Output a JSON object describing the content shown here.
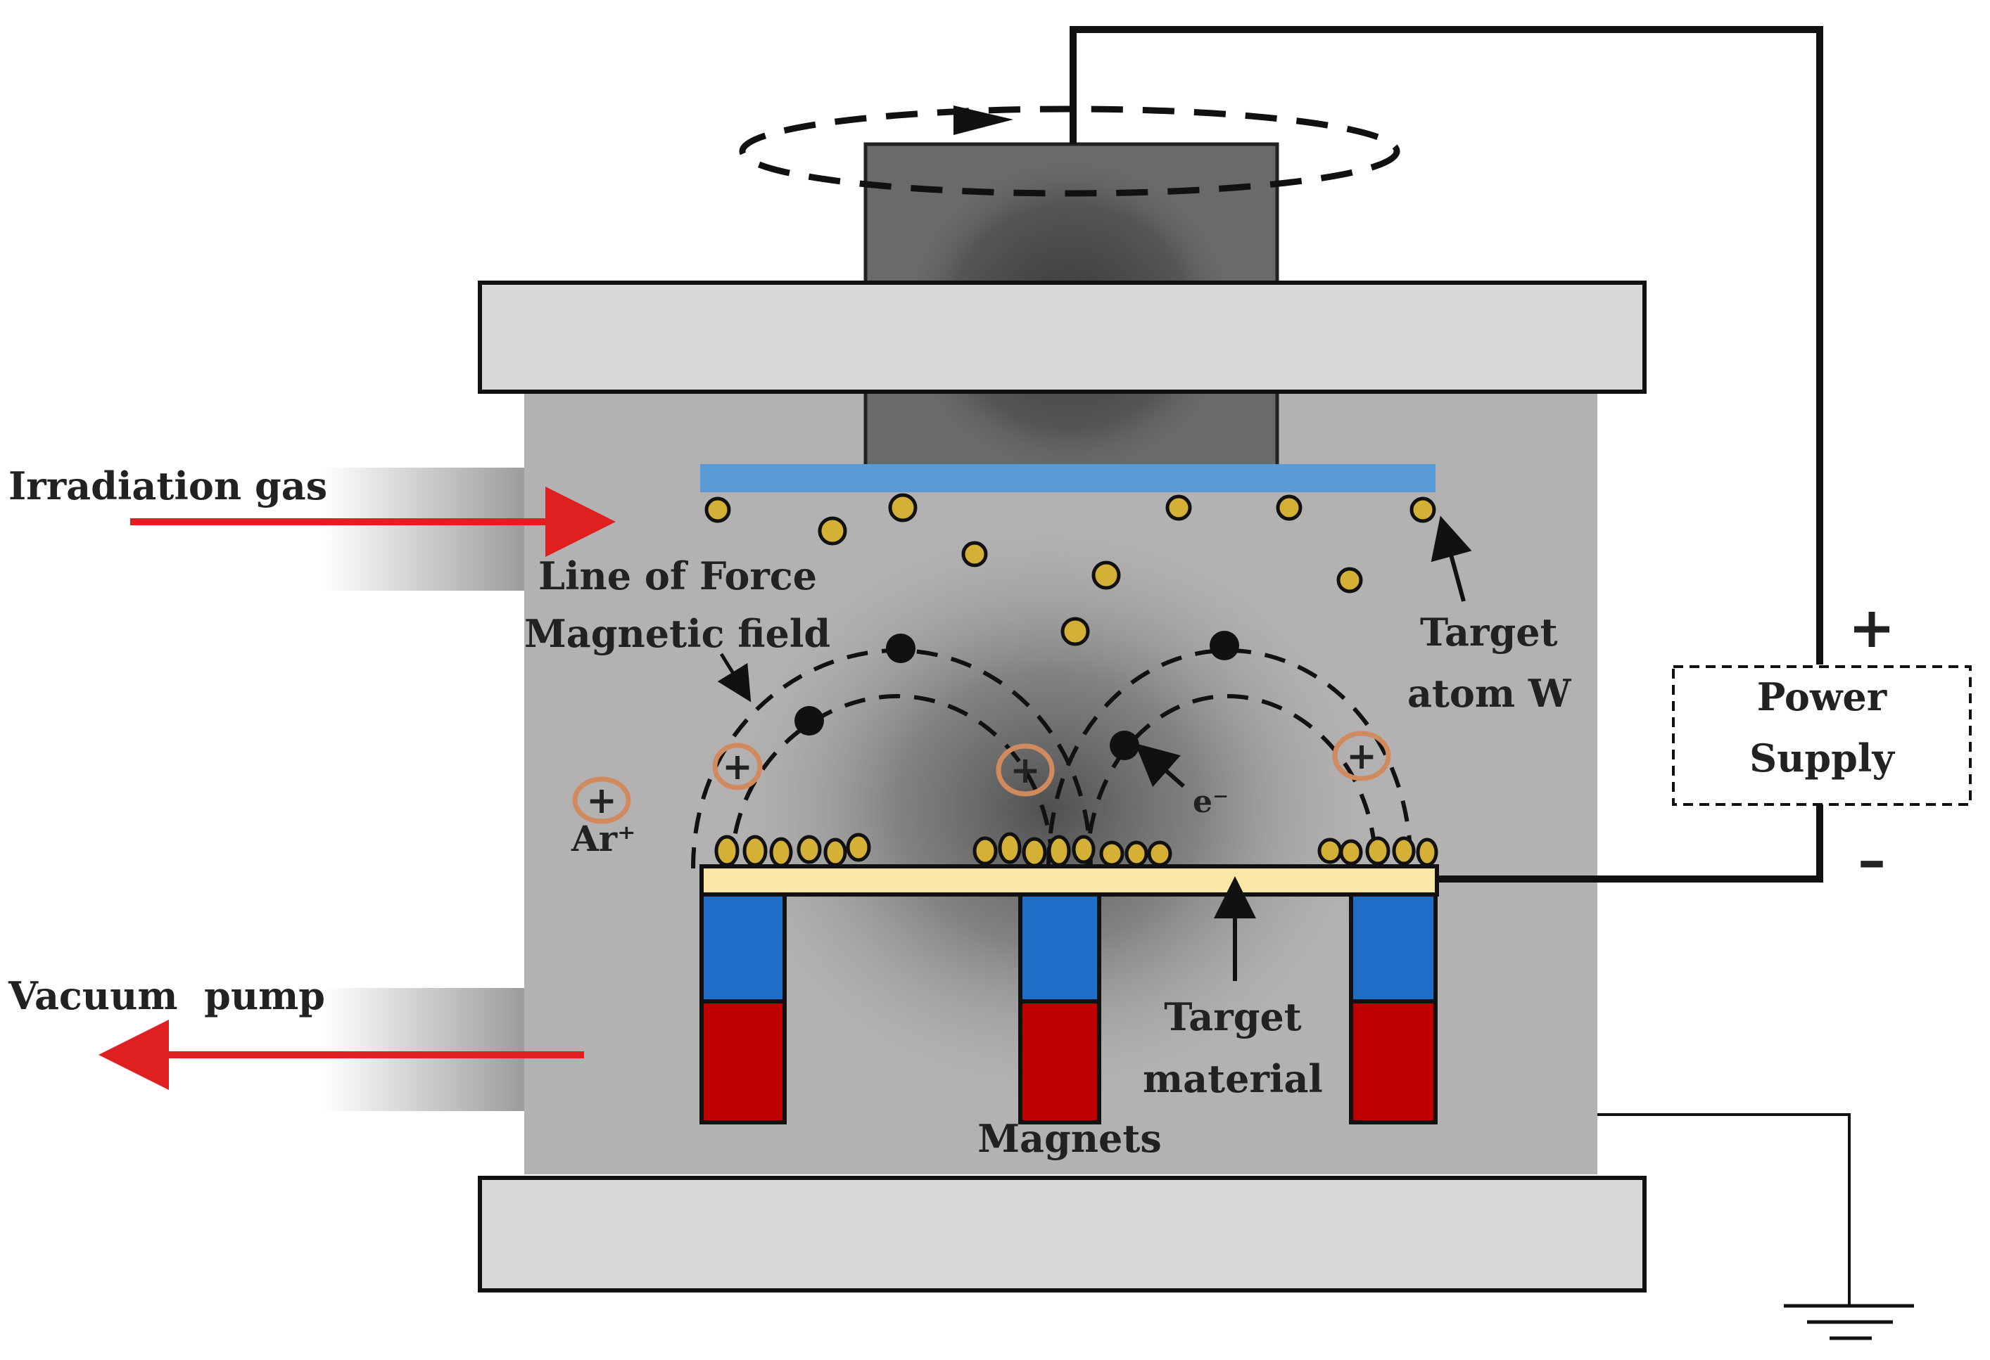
{
  "labels": {
    "irradiation_gas": "Irradiation gas",
    "vacuum_pump": "Vacuum  pump",
    "line_of_force": "Line of Force",
    "magnetic_field": "Magnetic field",
    "target_atom_line1": "Target",
    "target_atom_line2": "atom W",
    "power_supply_line1": "Power",
    "power_supply_line2": "Supply",
    "plus_sign": "+",
    "minus_sign": "–",
    "electron": "e⁻",
    "argon_ion": "Ar⁺",
    "ion_plus": "+",
    "target_material_line1": "Target",
    "target_material_line2": "material",
    "magnets": "Magnets"
  },
  "colors": {
    "chamber": "#b3b1b1",
    "plate": "#d8d8d8",
    "substrate": "#5b9bd5",
    "target_material": "#fbe7a8",
    "atom": "#d4b036",
    "magnet_north": "#1f6fc9",
    "magnet_south": "#c00000",
    "gas_arrow": "#e02020",
    "ion_ring": "#d08a5e",
    "wire": "#111111"
  }
}
